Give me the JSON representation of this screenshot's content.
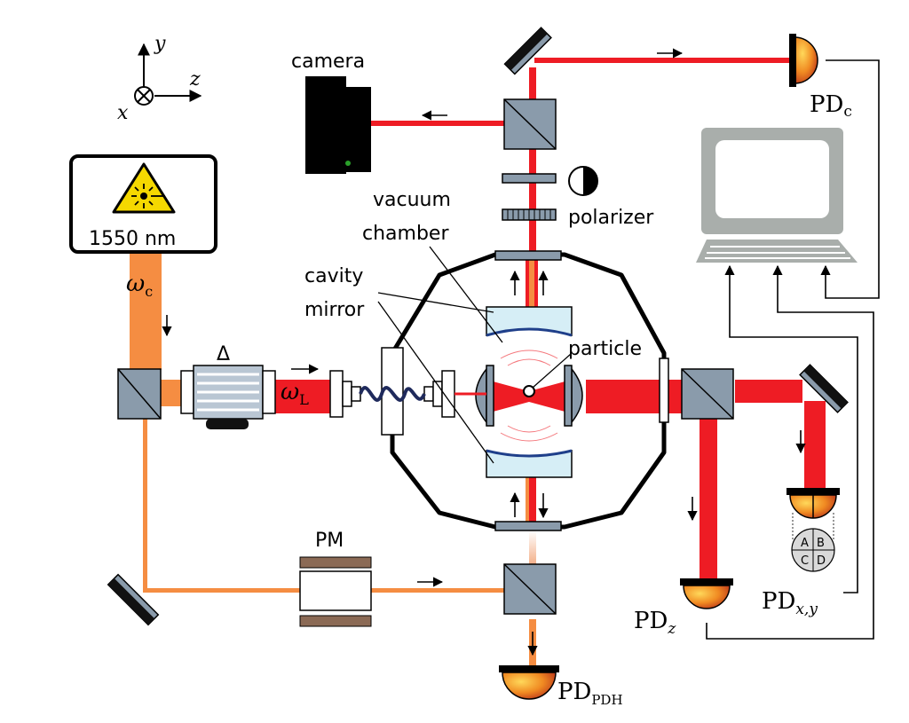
{
  "labels": {
    "camera": "camera",
    "laser_wavelength": "1550 nm",
    "vacuum_line1": "vacuum",
    "vacuum_line2": "chamber",
    "cavity_line1": "cavity",
    "cavity_line2": "mirror",
    "polarizer": "polarizer",
    "particle": "particle",
    "phase_modulator": "PM",
    "delta": "Δ",
    "omega_c": "ω",
    "omega_c_sub": "c",
    "omega_l": "ω",
    "omega_l_sub": "L",
    "pd_c": "PD",
    "pd_c_sub": "c",
    "pd_z": "PD",
    "pd_z_sub": "z",
    "pd_xy": "PD",
    "pd_xy_sub": "x,y",
    "pd_pdh": "PD",
    "pd_pdh_sub": "PDH",
    "axis_x": "x",
    "axis_y": "y",
    "axis_z": "z",
    "quad_a": "A",
    "quad_b": "B",
    "quad_c": "C",
    "quad_d": "D"
  },
  "colors": {
    "beam_red": "#ee1c24",
    "beam_orange": "#f58d42",
    "beam_orange_dark": "#f28b3e",
    "optic_gray": "#8a9bab",
    "mirror_black": "#111111",
    "lens_light": "#d6eef6",
    "lens_blue": "#1f3f8a",
    "pm_brown": "#8b6a55",
    "laser_yellow": "#f5d800"
  }
}
